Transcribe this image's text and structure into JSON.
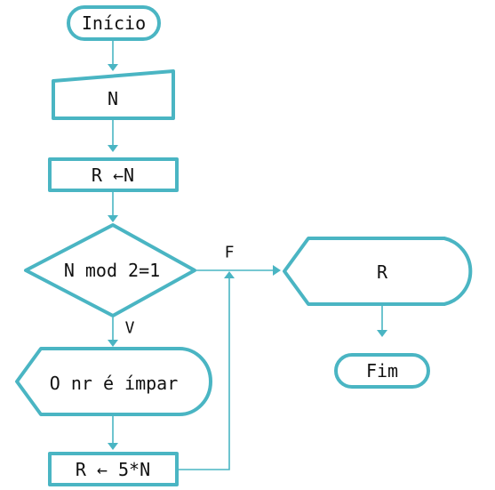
{
  "colors": {
    "stroke": "#4ab5c3",
    "text": "#111111",
    "background": "#ffffff"
  },
  "nodes": {
    "start": "Início",
    "input": "N",
    "assign_r_n": "R ←N",
    "decision": "N mod 2=1",
    "display_odd": "O nr é ímpar",
    "assign_r_5n": "R ← 5*N",
    "display_r": "R",
    "end": "Fim"
  },
  "edges": {
    "false_label": "F",
    "true_label": "V"
  }
}
